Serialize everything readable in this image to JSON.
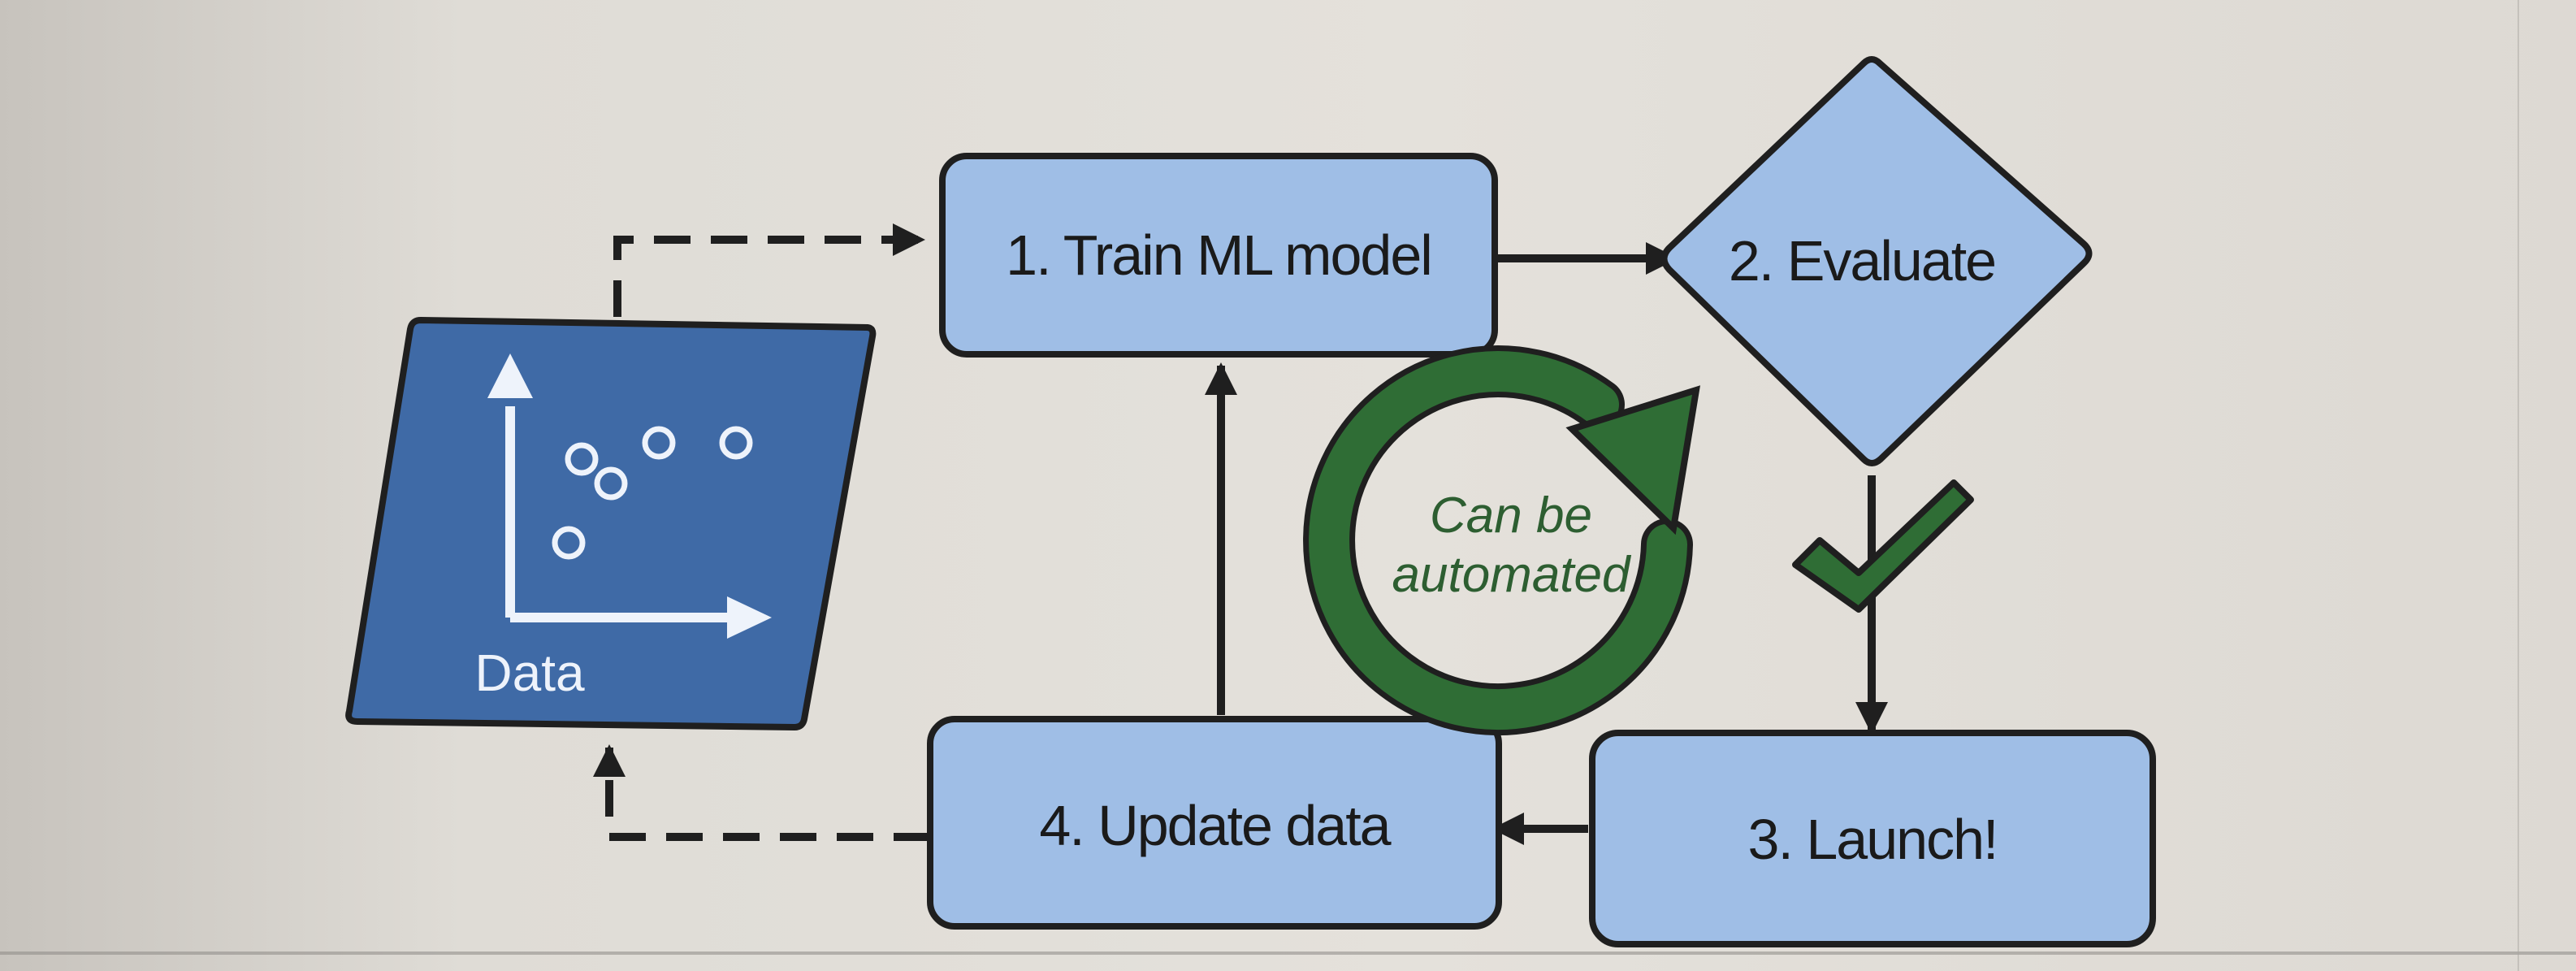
{
  "diagram": {
    "data_label": "Data",
    "steps": {
      "train": "1. Train ML model",
      "evaluate": "2. Evaluate",
      "launch": "3. Launch!",
      "update": "4. Update data"
    },
    "automation_note": {
      "line1": "Can be",
      "line2": "automated"
    }
  },
  "colors": {
    "step_fill": "#9fbee6",
    "data_fill": "#3f6aa6",
    "arrow": "#1f1f1f",
    "automation_green": "#2f6d35"
  },
  "icons": [
    "scatter-plot-icon",
    "cycle-arrow-icon",
    "checkmark-icon"
  ]
}
